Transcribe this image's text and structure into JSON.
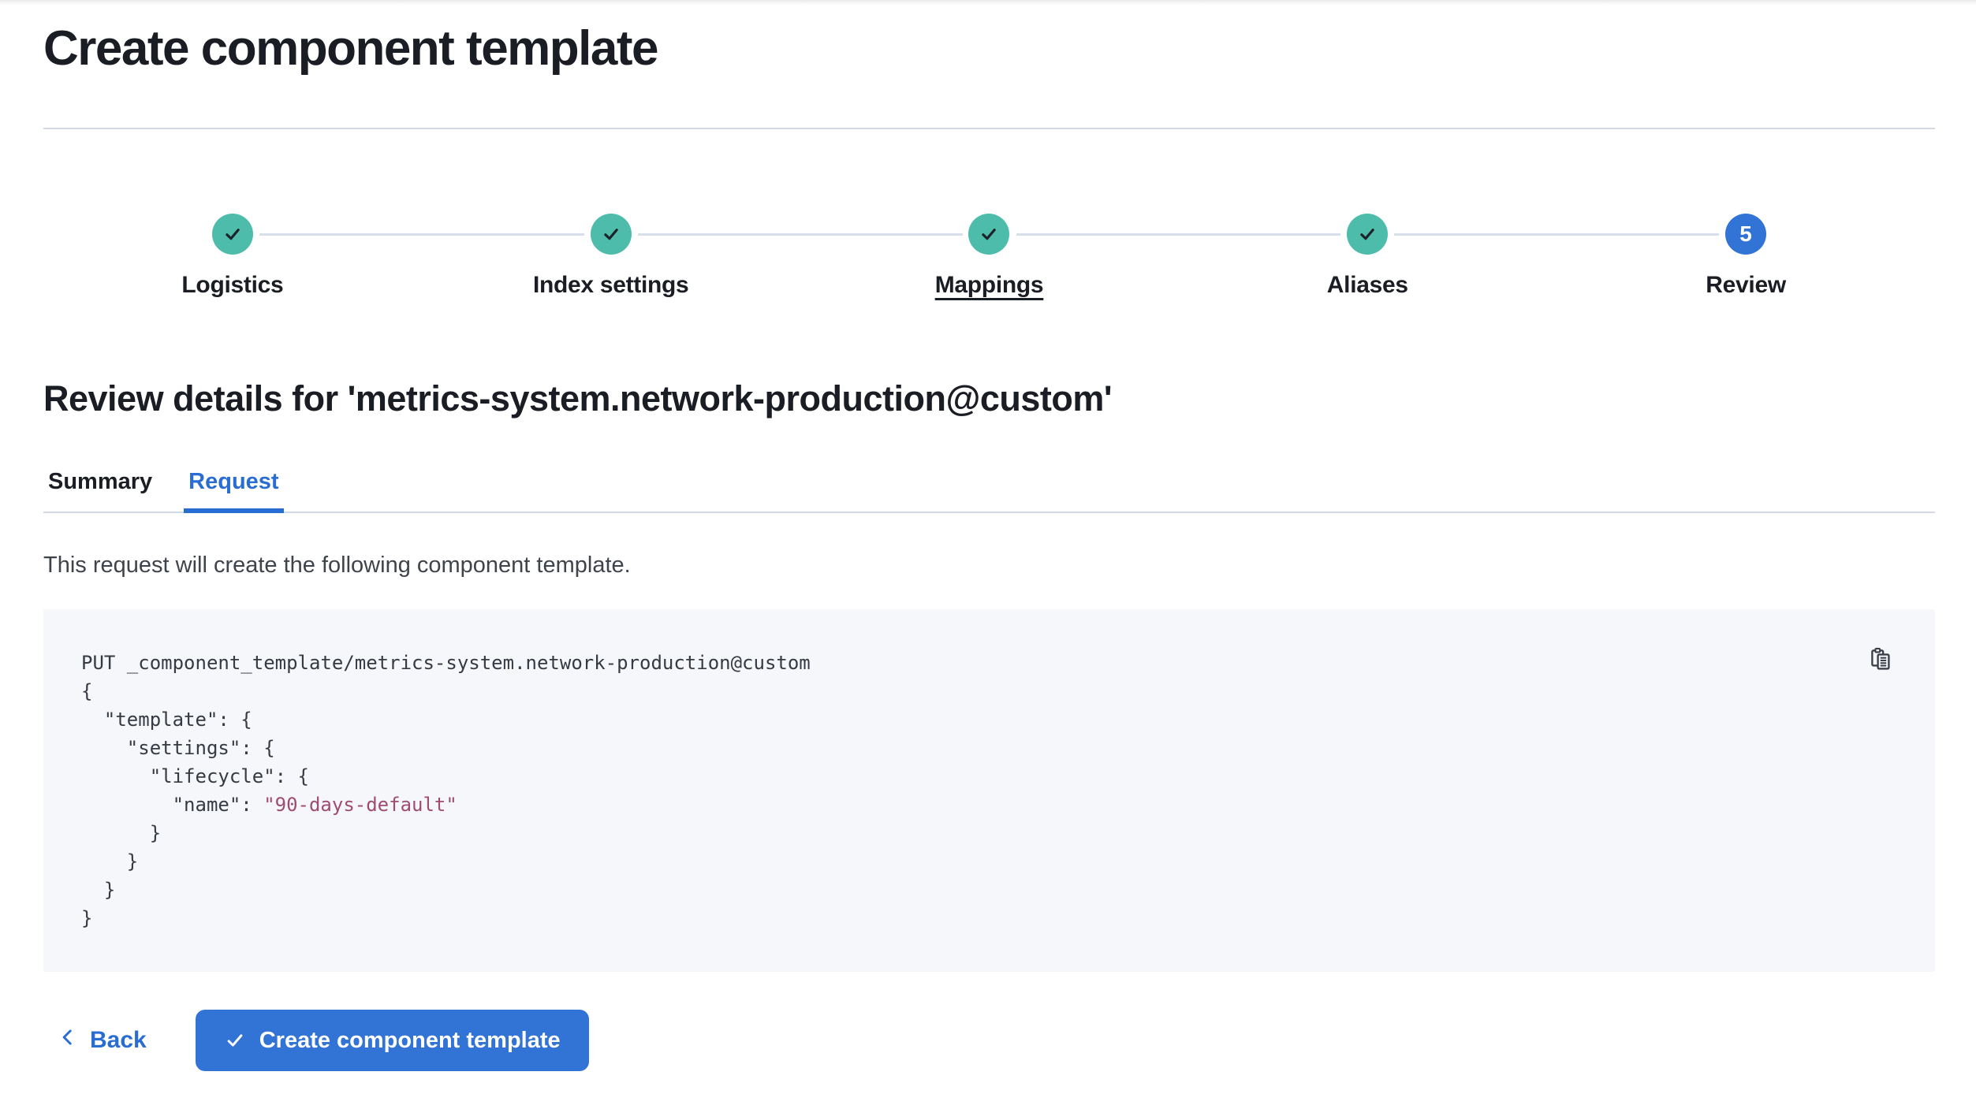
{
  "theme": {
    "accent_blue": "#3174d5",
    "link_blue": "#2a6dd2",
    "success_teal": "#4ebcab",
    "check_dark": "#1d2129",
    "divider": "#d3dae6",
    "connector": "#d9dfe9",
    "code_bg": "#f6f7fa",
    "code_plain": "#363a43",
    "code_string": "#9e4c72",
    "text_primary": "#1a1d23",
    "text_body": "#3f434c"
  },
  "page": {
    "title": "Create component template"
  },
  "stepper": {
    "steps": [
      {
        "label": "Logistics",
        "status": "complete"
      },
      {
        "label": "Index settings",
        "status": "complete"
      },
      {
        "label": "Mappings",
        "status": "complete",
        "underlined": true
      },
      {
        "label": "Aliases",
        "status": "complete"
      },
      {
        "label": "Review",
        "status": "current",
        "number": "5"
      }
    ]
  },
  "review": {
    "heading": "Review details for 'metrics-system.network-production@custom'"
  },
  "tabs": [
    {
      "label": "Summary",
      "active": false
    },
    {
      "label": "Request",
      "active": true
    }
  ],
  "request_tab": {
    "description": "This request will create the following component template.",
    "code_lines": [
      [
        {
          "text": "PUT _component_template/metrics-system.network-production@custom",
          "type": "plain"
        }
      ],
      [
        {
          "text": "{",
          "type": "plain"
        }
      ],
      [
        {
          "text": "  \"template\": {",
          "type": "plain"
        }
      ],
      [
        {
          "text": "    \"settings\": {",
          "type": "plain"
        }
      ],
      [
        {
          "text": "      \"lifecycle\": {",
          "type": "plain"
        }
      ],
      [
        {
          "text": "        \"name\": ",
          "type": "plain"
        },
        {
          "text": "\"90-days-default\"",
          "type": "string"
        }
      ],
      [
        {
          "text": "      }",
          "type": "plain"
        }
      ],
      [
        {
          "text": "    }",
          "type": "plain"
        }
      ],
      [
        {
          "text": "  }",
          "type": "plain"
        }
      ],
      [
        {
          "text": "}",
          "type": "plain"
        }
      ]
    ]
  },
  "footer": {
    "back_label": "Back",
    "submit_label": "Create component template"
  },
  "icons": {
    "step_check": "check-icon",
    "copy": "copy-clipboard-icon",
    "back": "chevron-left-icon",
    "submit": "check-icon"
  }
}
